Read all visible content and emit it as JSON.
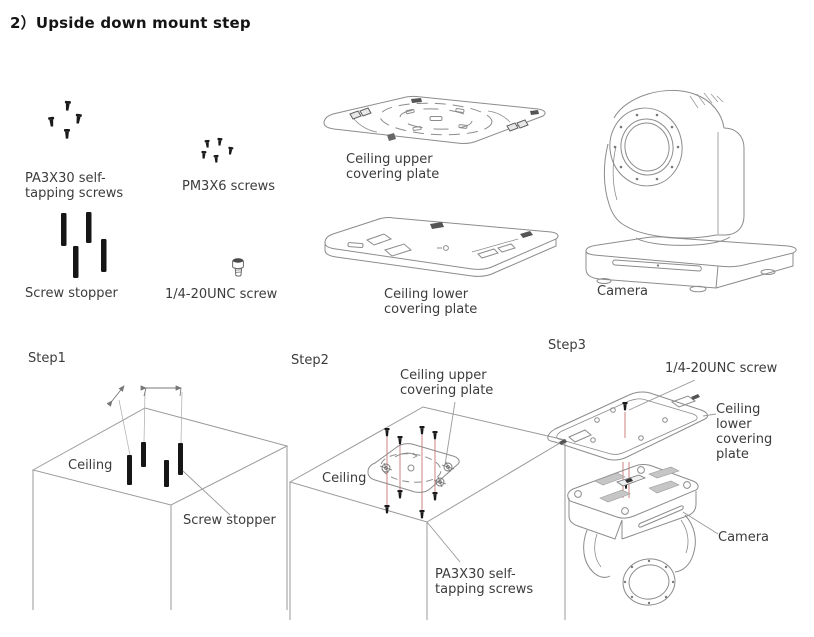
{
  "page": {
    "title": "2）Upside down mount step"
  },
  "parts_legend": {
    "pa3x30_screws": "PA3X30 self-\ntapping screws",
    "pm3x6_screws": "PM3X6 screws",
    "screw_stopper": "Screw stopper",
    "unc_screw": "1/4-20UNC screw",
    "ceiling_upper_plate": "Ceiling upper\ncovering plate",
    "ceiling_lower_plate": "Ceiling lower\ncovering plate",
    "camera": "Camera"
  },
  "steps": {
    "step1": {
      "title": "Step1",
      "labels": {
        "ceiling": "Ceiling",
        "screw_stopper": "Screw stopper"
      }
    },
    "step2": {
      "title": "Step2",
      "labels": {
        "upper_plate": "Ceiling upper\ncovering plate",
        "ceiling": "Ceiling",
        "screws": "PA3X30 self-\ntapping screws"
      }
    },
    "step3": {
      "title": "Step3",
      "labels": {
        "unc_screw": "1/4-20UNC screw",
        "lower_plate": "Ceiling\nlower\ncovering\nplate",
        "camera": "Camera"
      }
    }
  },
  "colors": {
    "ink": "#3c3c3c",
    "line_art": "#8c8c8c",
    "screw_black": "#1a1a1a",
    "guide_red": "#cf8080",
    "background": "#ffffff"
  }
}
